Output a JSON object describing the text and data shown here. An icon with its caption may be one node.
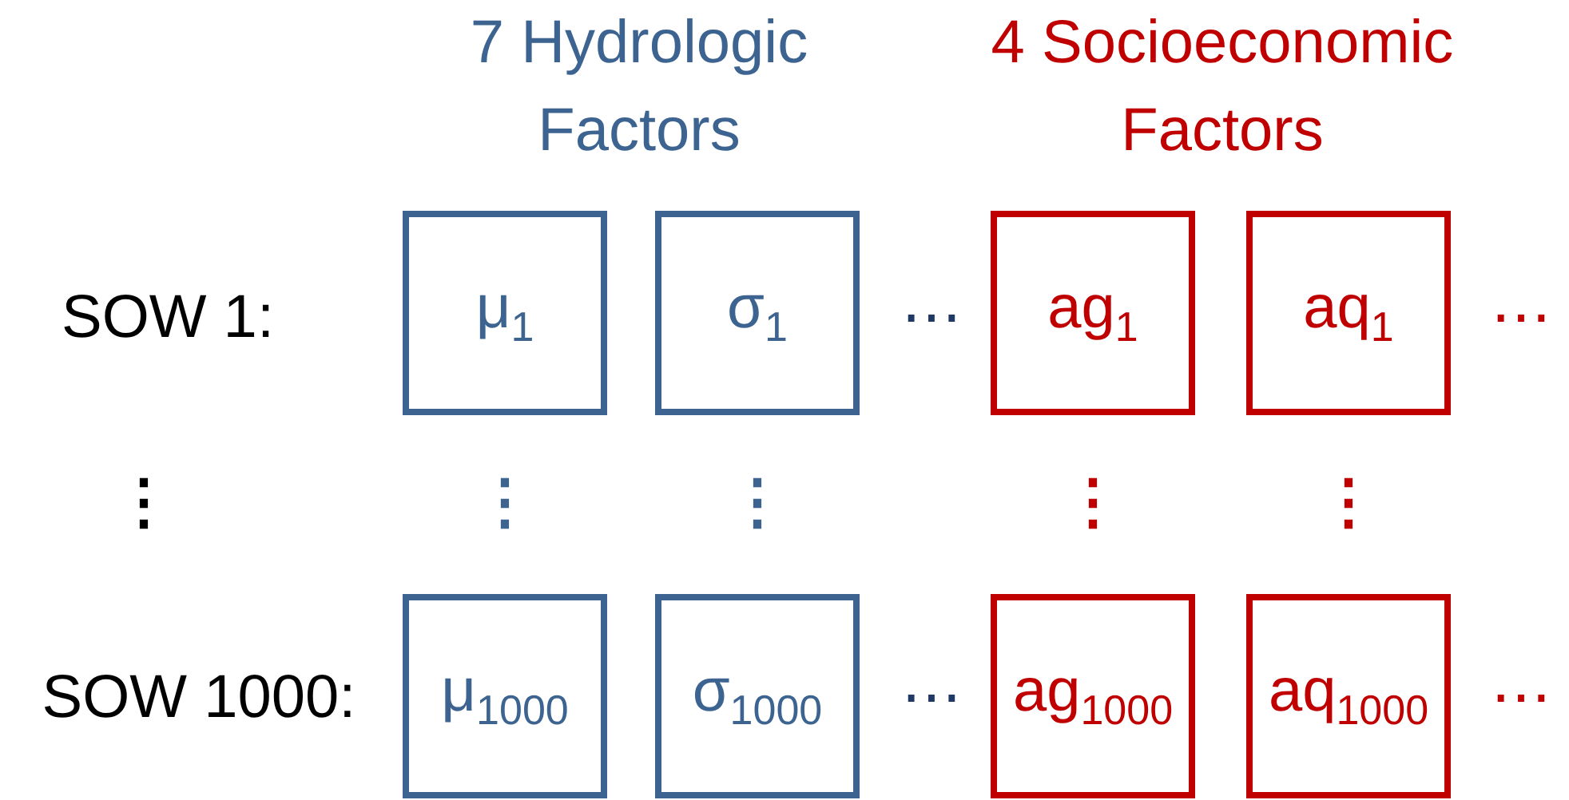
{
  "diagram": {
    "nodes": [
      {
        "text": [
          "μ$_{1}$"
        ]
      },
      {
        "text": [
          "σ$_{1}$"
        ]
      },
      {
        "text": [
          "ag$_{1}$"
        ]
      },
      {
        "text": [
          "aq$_{1}$"
        ]
      },
      {
        "text": [
          "μ$_{1000}$"
        ]
      },
      {
        "text": [
          "σ$_{1000}$"
        ]
      },
      {
        "text": [
          "ag$_{1000}$"
        ]
      },
      {
        "text": [
          "aq$_{1000}$"
        ]
      }
    ],
    "labels": [
      "7 Hydrologic Factors",
      "4 Socioeconomic Factors",
      "SOW 1:",
      "⋯",
      "⋯",
      "⋮",
      "⋮",
      "⋮",
      "⋮",
      "⋮",
      "SOW 1000:",
      "⋯",
      "⋯"
    ]
  }
}
